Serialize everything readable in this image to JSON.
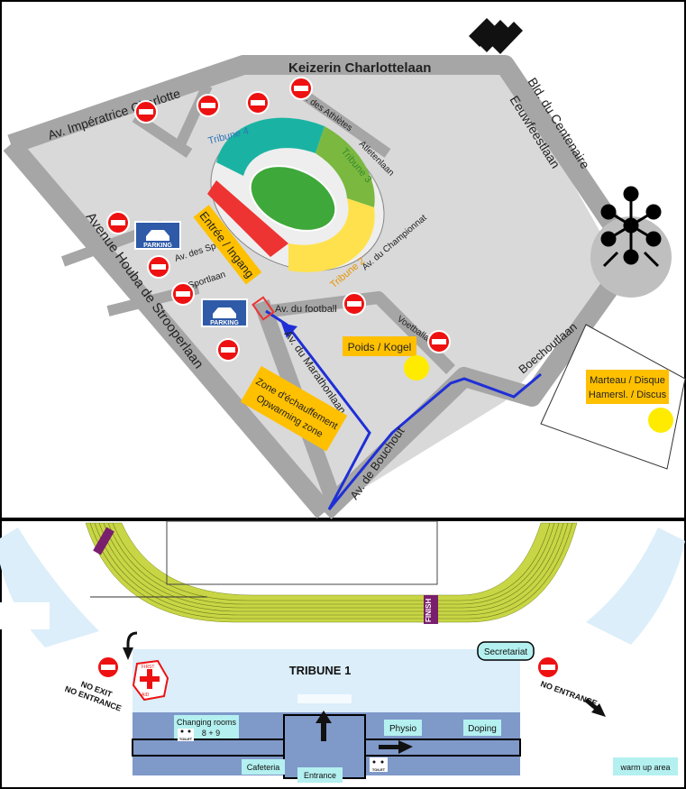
{
  "top_map": {
    "roads": {
      "keizerin": "Keizerin Charlottelaan",
      "imperatrice": "Av. Impératrice Charlotte",
      "centenaire": "Bld. du Centenaire",
      "eeuwfeest": "Eeuwfeestlaan",
      "houba": "Avenue Houba de Strooperlaan",
      "boechout": "Av. de Bouchout",
      "boechoutlaan": "Boechoutlaan",
      "marathon": "Av. du Marathonlaan",
      "football": "Av. du football",
      "voetbal": "Voetballaan",
      "athletes": "Av. des Athlètes",
      "atleten": "Atletenlaan",
      "championnat": "Av. du Championnat",
      "sports": "Av. des Sports",
      "sportlaan": "Sportlaan"
    },
    "tribunes": {
      "t2": "Tribune 2",
      "t3": "Tribune 3",
      "t4": "Tribune 4"
    },
    "parking_label": "PARKING",
    "entry_label": "Entrée / Ingang",
    "warmup_zone": {
      "line1": "Zone d'échauffement",
      "line2": "Opwarming zone"
    },
    "shot_put": "Poids / Kogel",
    "hammer_discus": {
      "line1": "Marteau / Disque",
      "line2": "Hamersl. / Discus"
    },
    "colors": {
      "road": "#a6a6a6",
      "area": "#d9d9d9",
      "route": "#1f2fd6",
      "label_bg": "#ffc000",
      "circle": "#ffeb00"
    },
    "icons": [
      "logo-icon",
      "atomium-icon",
      "no-entry-icon",
      "car-icon"
    ]
  },
  "bottom_map": {
    "finish": "FINISH",
    "tribune_title": "TRIBUNE 1",
    "secretariat": "Secretariat",
    "changing_rooms": {
      "line1": "Changing rooms",
      "line2": "8 + 9"
    },
    "physio": "Physio",
    "doping": "Doping",
    "cafeteria": "Cafeteria",
    "entrance": "Entrance",
    "toilet": "TOILET",
    "no_exit": {
      "line1": "NO EXIT",
      "line2": "NO ENTRANCE"
    },
    "no_entrance": "NO ENTRANCE",
    "first_aid": {
      "line1": "FIRST",
      "line2": "AID"
    },
    "warm_up_area": "warm up area",
    "colors": {
      "track": "#c8d645",
      "stand": "#dbeefa",
      "building": "#7f99c9",
      "label_bg": "#b4f0f0"
    },
    "icons": [
      "first-aid-icon",
      "toilet-icon",
      "arrow-icon",
      "no-entry-icon"
    ]
  }
}
